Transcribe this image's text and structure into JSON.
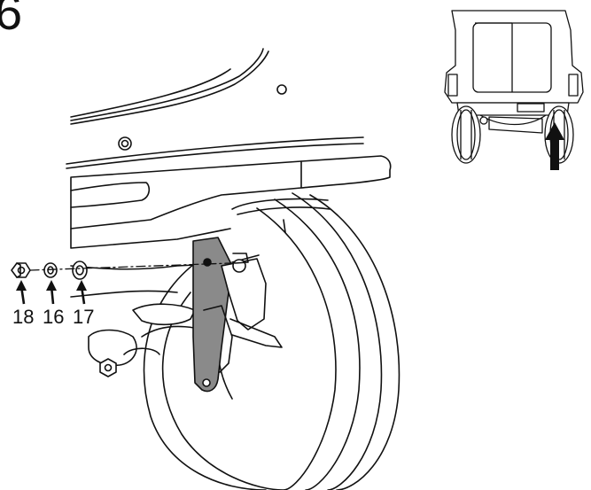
{
  "step": {
    "number": "6"
  },
  "callouts": [
    {
      "label": "18",
      "part": "nut"
    },
    {
      "label": "16",
      "part": "lock-washer"
    },
    {
      "label": "17",
      "part": "flat-washer"
    }
  ],
  "colors": {
    "line": "#111111",
    "bracket_fill": "#8a8a8a",
    "background": "#ffffff"
  }
}
